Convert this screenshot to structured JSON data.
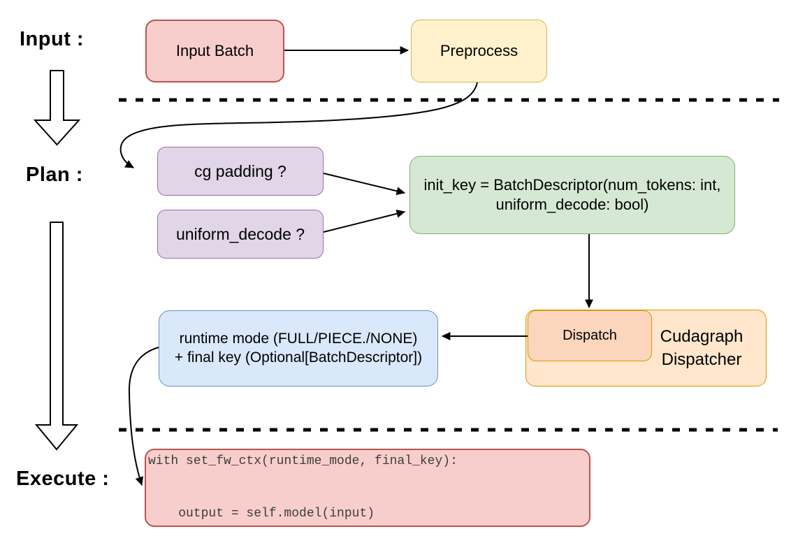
{
  "diagram": {
    "stage_labels": {
      "input": "Input :",
      "plan": "Plan :",
      "execute": "Execute :"
    },
    "nodes": {
      "input_batch": {
        "label": "Input Batch"
      },
      "preprocess": {
        "label": "Preprocess"
      },
      "cg_padding": {
        "label": "cg padding ?"
      },
      "uniform_decode": {
        "label": "uniform_decode ?"
      },
      "init_key": {
        "line1": "init_key = BatchDescriptor(num_tokens: int,",
        "line2": "uniform_decode: bool)"
      },
      "dispatch": {
        "label": "Dispatch"
      },
      "cudagraph_dispatcher": {
        "line1": "Cudagraph",
        "line2": "Dispatcher"
      },
      "runtime_mode": {
        "line1": "runtime mode (FULL/PIECE./NONE)",
        "line2": "+ final key (Optional[BatchDescriptor])"
      },
      "execute_code": {
        "line1": "with set_fw_ctx(runtime_mode, final_key):",
        "line2": "    output = self.model(input)"
      }
    },
    "colors": {
      "red_fill": "#F8CECC",
      "red_stroke": "#B85450",
      "yellow_fill": "#FFF2CC",
      "yellow_stroke": "#D6B656",
      "purple_fill": "#E1D5E7",
      "purple_stroke": "#9673A6",
      "green_fill": "#D5E8D4",
      "green_stroke": "#82B366",
      "orange_fill": "#FFE6CC",
      "orange_inner_fill": "#FBD5BC",
      "orange_stroke": "#D79B00",
      "blue_fill": "#DAE8FC",
      "blue_stroke": "#6C8EBF",
      "code_text_color": "#3d3d3d",
      "arrow_color": "#000000"
    }
  }
}
